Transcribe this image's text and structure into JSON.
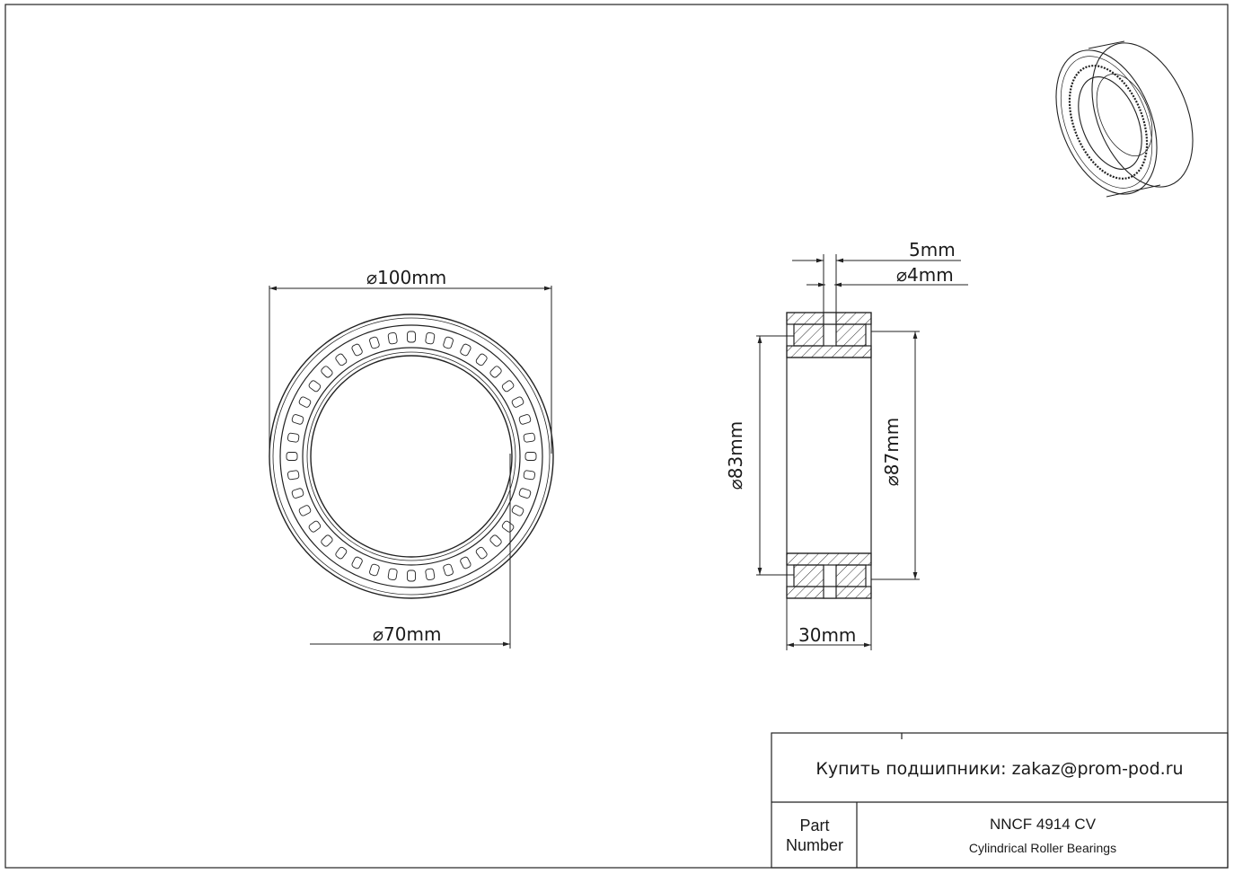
{
  "dimensions": {
    "outer_diameter": "100mm",
    "inner_diameter": "70mm",
    "width": "30mm",
    "groove_width": "5mm",
    "hole_diameter": "4mm",
    "diameter_83": "83mm",
    "diameter_87": "87mm",
    "diameter_symbol": "⌀"
  },
  "title_block": {
    "email_line": "Купить подшипники: zakaz@prom-pod.ru",
    "part_label_line1": "Part",
    "part_label_line2": "Number",
    "part_number": "NNCF 4914 CV",
    "description": "Cylindrical Roller Bearings"
  },
  "front_view": {
    "roller_count": 40
  }
}
